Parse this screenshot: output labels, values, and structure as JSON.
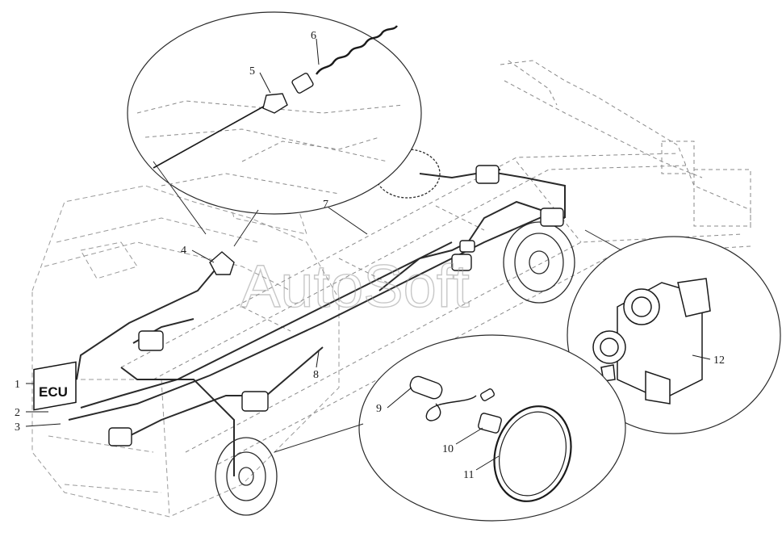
{
  "diagram": {
    "watermark": "AutoSoft",
    "ecu_label": "ECU",
    "callouts": [
      {
        "id": "1",
        "label": "1"
      },
      {
        "id": "2",
        "label": "2"
      },
      {
        "id": "3",
        "label": "3"
      },
      {
        "id": "4",
        "label": "4"
      },
      {
        "id": "5",
        "label": "5"
      },
      {
        "id": "6",
        "label": "6"
      },
      {
        "id": "7",
        "label": "7"
      },
      {
        "id": "8",
        "label": "8"
      },
      {
        "id": "9",
        "label": "9"
      },
      {
        "id": "10",
        "label": "10"
      },
      {
        "id": "11",
        "label": "11"
      },
      {
        "id": "12",
        "label": "12"
      }
    ],
    "colors": {
      "line": "#2a2a2a",
      "ghost": "#8a8a8a",
      "paper": "#ffffff"
    }
  }
}
